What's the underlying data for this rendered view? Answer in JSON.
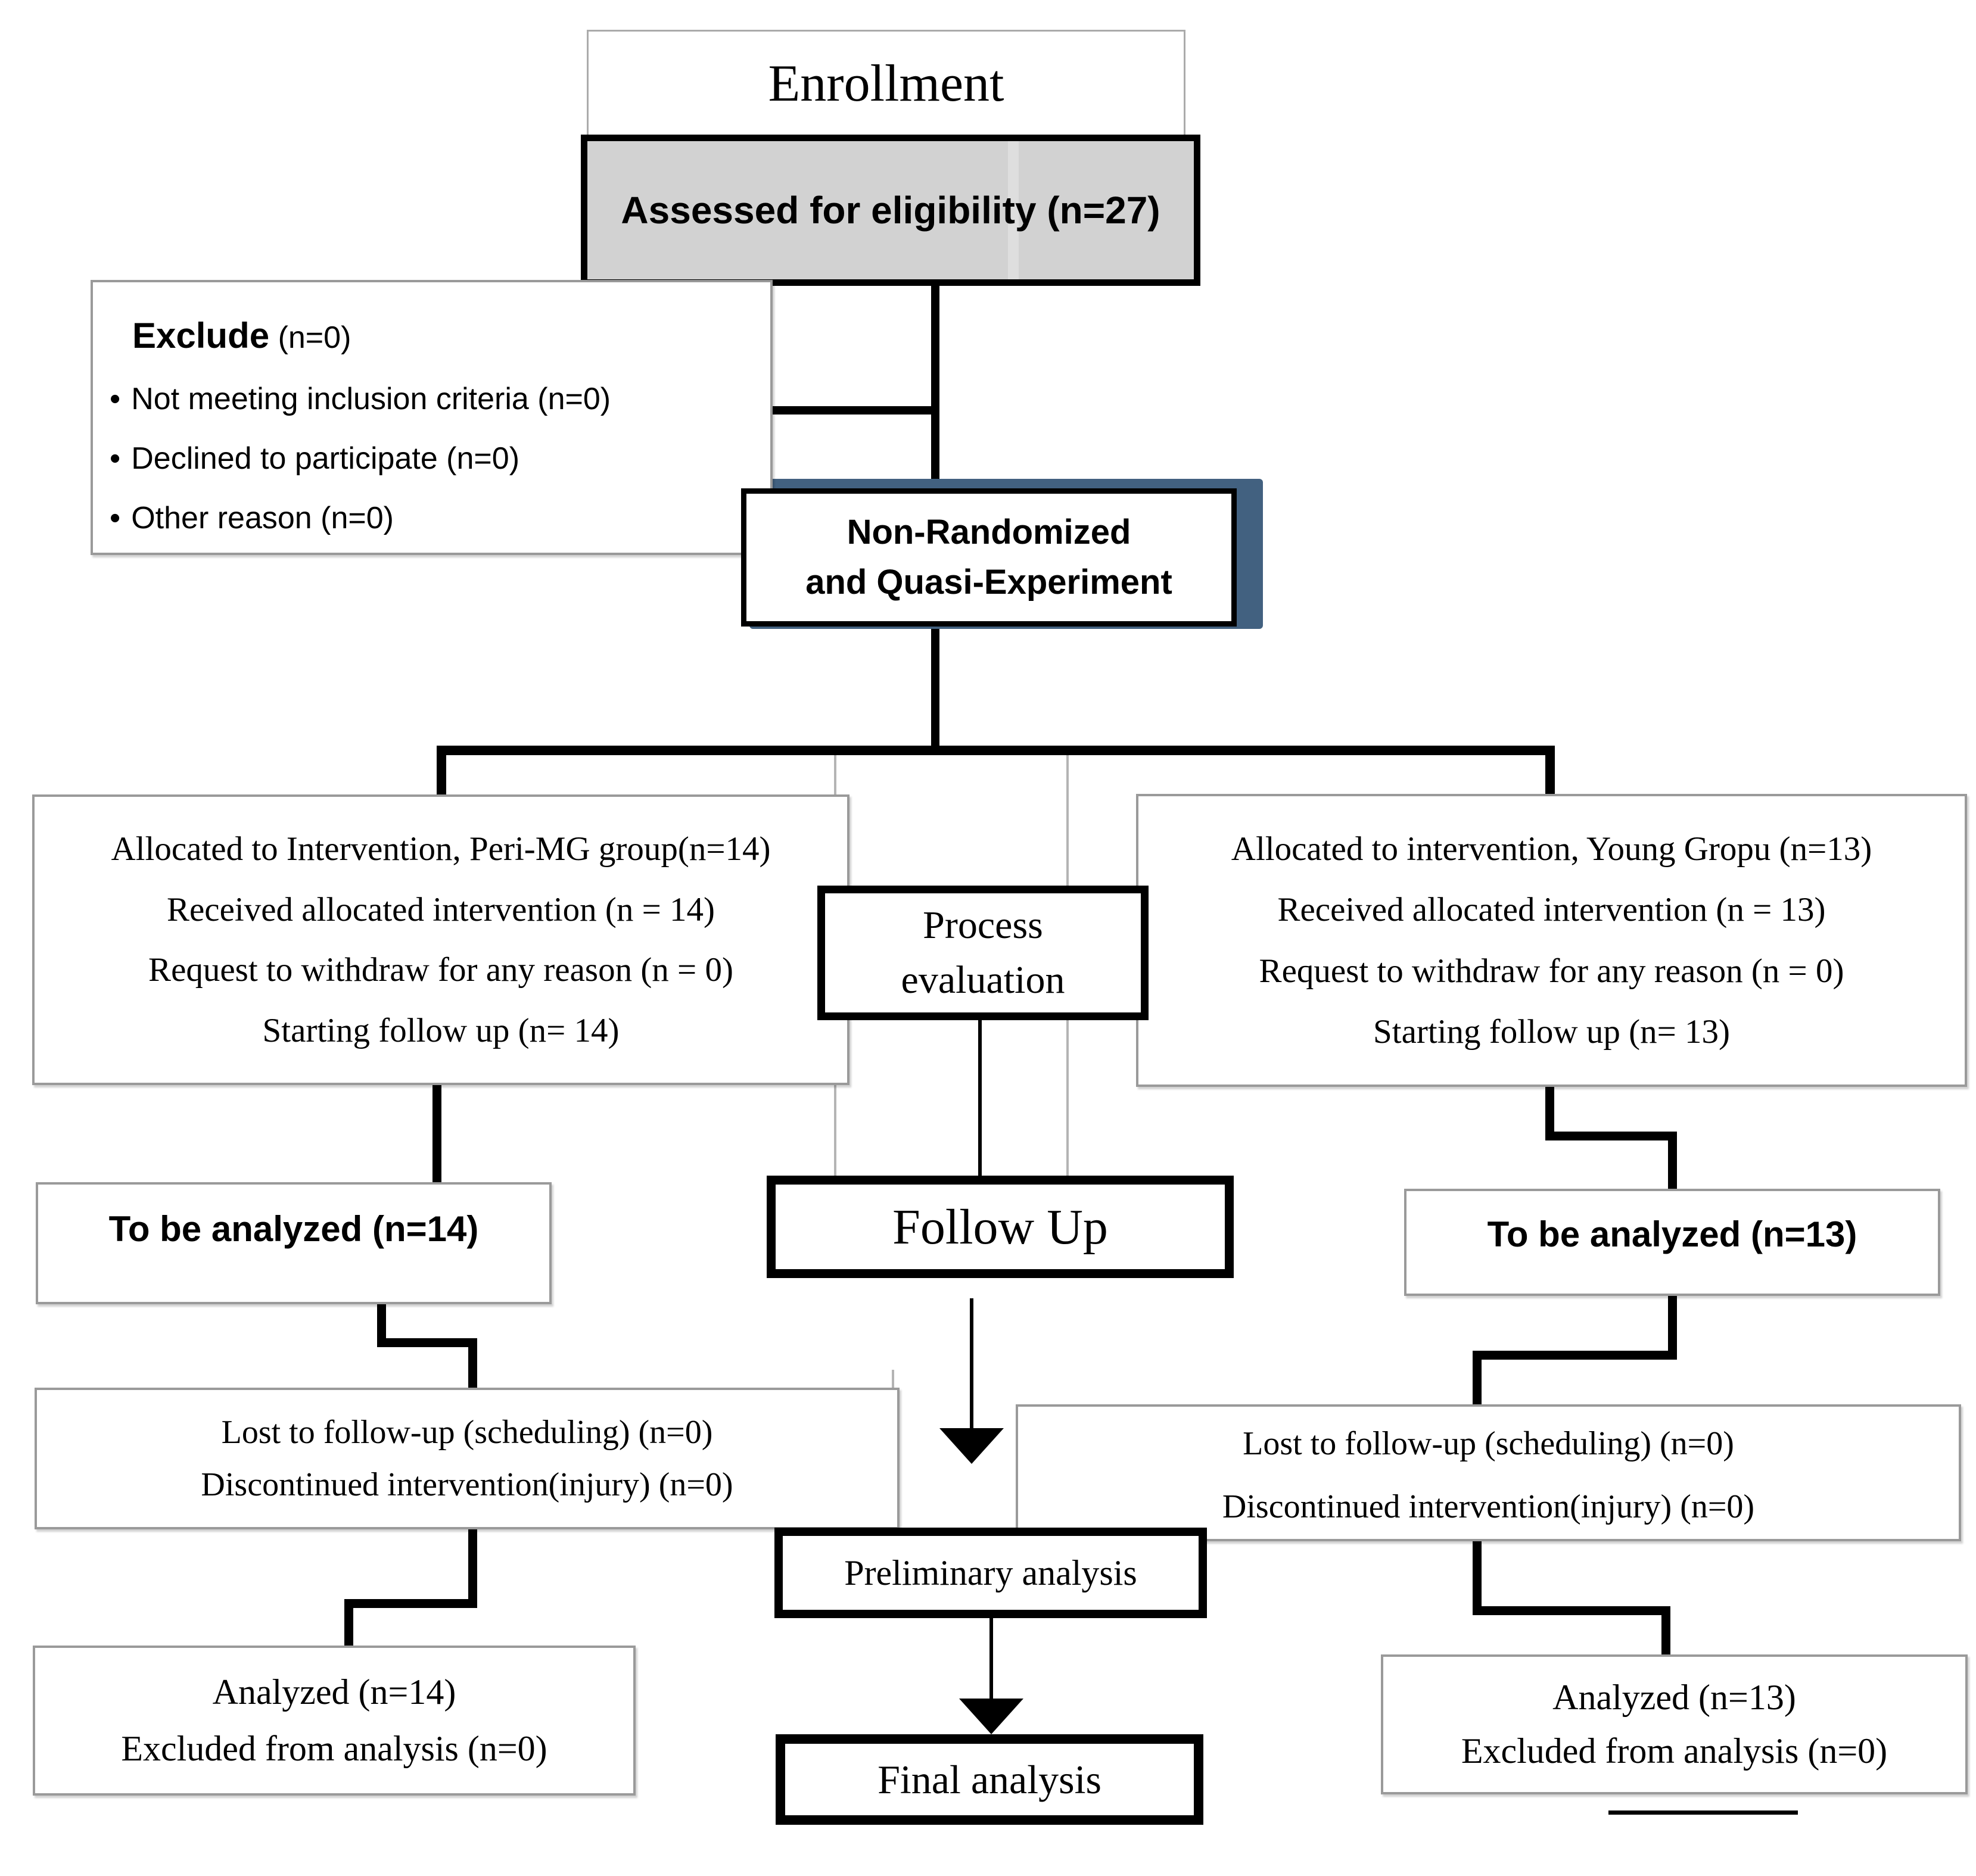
{
  "diagram": {
    "enrollment": "Enrollment",
    "assessed": "Assessed for eligibility (n=27)",
    "exclude": {
      "title": "Exclude",
      "count": "(n=0)",
      "bullet_glyph": "•",
      "bullets": [
        "Not meeting inclusion criteria (n=0)",
        "Declined to participate (n=0)",
        "Other reason (n=0)"
      ]
    },
    "nonrandomized": {
      "lines": [
        "Non-Randomized",
        "and Quasi-Experiment"
      ]
    },
    "alloc_left": {
      "lines": [
        "Allocated to Intervention, Peri-MG group(n=14)",
        "Received allocated intervention (n = 14)",
        "Request to withdraw for any reason (n = 0)",
        "Starting follow up (n= 14)"
      ]
    },
    "alloc_right": {
      "lines": [
        "Allocated to intervention, Young Gropu (n=13)",
        "Received allocated intervention (n = 13)",
        "Request to withdraw for any reason (n = 0)",
        "Starting follow up (n= 13)"
      ]
    },
    "process_evaluation": {
      "lines": [
        "Process",
        "evaluation"
      ]
    },
    "to_be_analyzed_left": "To be analyzed (n=14)",
    "follow_up": "Follow Up",
    "to_be_analyzed_right": "To be analyzed (n=13)",
    "lost_left": {
      "lines": [
        "Lost to follow-up (scheduling) (n=0)",
        "Discontinued intervention(injury) (n=0)"
      ]
    },
    "lost_right": {
      "lines": [
        "Lost to follow-up (scheduling) (n=0)",
        "Discontinued intervention(injury) (n=0)"
      ]
    },
    "preliminary": "Preliminary analysis",
    "analyzed_left": {
      "lines": [
        "Analyzed (n=14)",
        "Excluded from analysis (n=0)"
      ]
    },
    "analyzed_right": {
      "lines": [
        "Analyzed (n=13)",
        "Excluded from analysis (n=0)"
      ]
    },
    "final": "Final analysis"
  },
  "colors": {
    "accent_blue": "#426180",
    "assessed_fill_gray": "#d2d2d2",
    "border_gray": "#9a9a9a",
    "line_black": "#000000"
  }
}
